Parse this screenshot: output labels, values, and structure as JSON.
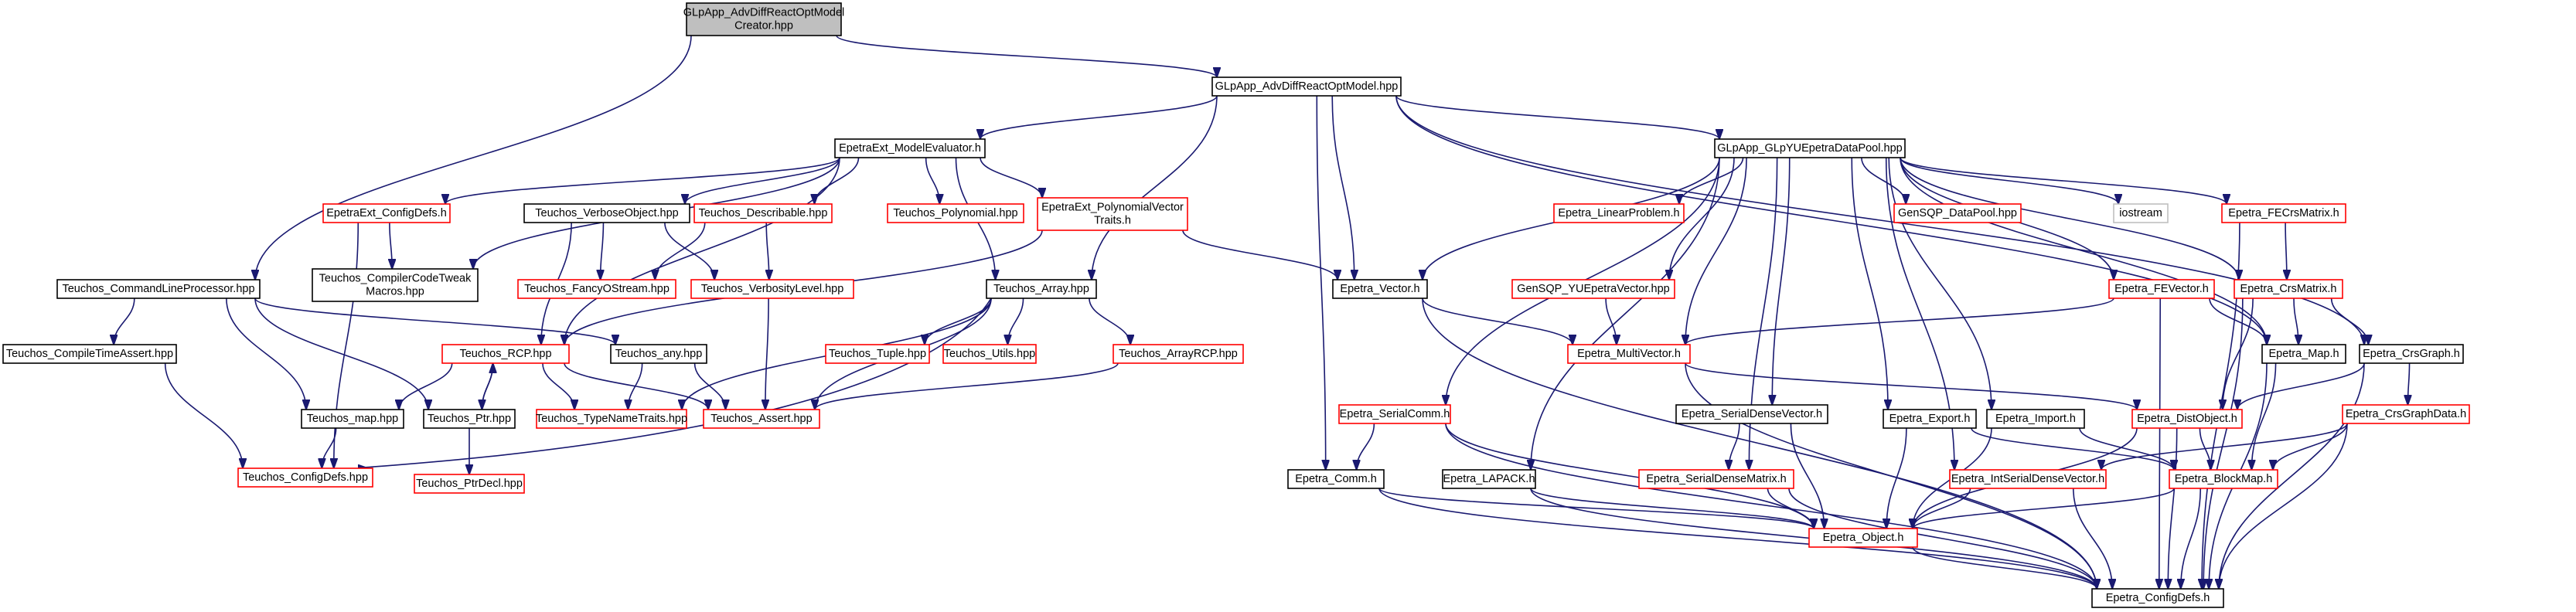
{
  "nodes": [
    {
      "id": "root",
      "lines": [
        "GLpApp_AdvDiffReactOptModel",
        "Creator.hpp"
      ],
      "kind": "root"
    },
    {
      "id": "advdiff",
      "lines": [
        "GLpApp_AdvDiffReactOptModel.hpp"
      ],
      "kind": "normal"
    },
    {
      "id": "clp",
      "lines": [
        "Teuchos_CommandLineProcessor.hpp"
      ],
      "kind": "normal"
    },
    {
      "id": "modeleval",
      "lines": [
        "EpetraExt_ModelEvaluator.h"
      ],
      "kind": "normal"
    },
    {
      "id": "pool",
      "lines": [
        "GLpApp_GLpYUEpetraDataPool.hpp"
      ],
      "kind": "normal"
    },
    {
      "id": "extcfg",
      "lines": [
        "EpetraExt_ConfigDefs.h"
      ],
      "kind": "red"
    },
    {
      "id": "verbose",
      "lines": [
        "Teuchos_VerboseObject.hpp"
      ],
      "kind": "normal"
    },
    {
      "id": "describable",
      "lines": [
        "Teuchos_Describable.hpp"
      ],
      "kind": "red"
    },
    {
      "id": "polynomial",
      "lines": [
        "Teuchos_Polynomial.hpp"
      ],
      "kind": "red"
    },
    {
      "id": "polytraits",
      "lines": [
        "EpetraExt_PolynomialVector",
        "Traits.h"
      ],
      "kind": "red"
    },
    {
      "id": "compilercode",
      "lines": [
        "Teuchos_CompilerCodeTweak",
        "Macros.hpp"
      ],
      "kind": "normal"
    },
    {
      "id": "fancy",
      "lines": [
        "Teuchos_FancyOStream.hpp"
      ],
      "kind": "red"
    },
    {
      "id": "verblevel",
      "lines": [
        "Teuchos_VerbosityLevel.hpp"
      ],
      "kind": "red"
    },
    {
      "id": "array",
      "lines": [
        "Teuchos_Array.hpp"
      ],
      "kind": "normal"
    },
    {
      "id": "compiletime",
      "lines": [
        "Teuchos_CompileTimeAssert.hpp"
      ],
      "kind": "normal"
    },
    {
      "id": "rcp",
      "lines": [
        "Teuchos_RCP.hpp"
      ],
      "kind": "red"
    },
    {
      "id": "any",
      "lines": [
        "Teuchos_any.hpp"
      ],
      "kind": "normal"
    },
    {
      "id": "tuple",
      "lines": [
        "Teuchos_Tuple.hpp"
      ],
      "kind": "red"
    },
    {
      "id": "utils",
      "lines": [
        "Teuchos_Utils.hpp"
      ],
      "kind": "red"
    },
    {
      "id": "arrayrcp",
      "lines": [
        "Teuchos_ArrayRCP.hpp"
      ],
      "kind": "red"
    },
    {
      "id": "map",
      "lines": [
        "Teuchos_map.hpp"
      ],
      "kind": "normal"
    },
    {
      "id": "ptr",
      "lines": [
        "Teuchos_Ptr.hpp"
      ],
      "kind": "normal"
    },
    {
      "id": "typename",
      "lines": [
        "Teuchos_TypeNameTraits.hpp"
      ],
      "kind": "red"
    },
    {
      "id": "assert",
      "lines": [
        "Teuchos_Assert.hpp"
      ],
      "kind": "red"
    },
    {
      "id": "tcfg",
      "lines": [
        "Teuchos_ConfigDefs.hpp"
      ],
      "kind": "red"
    },
    {
      "id": "ptrdecl",
      "lines": [
        "Teuchos_PtrDecl.hpp"
      ],
      "kind": "red"
    },
    {
      "id": "evector",
      "lines": [
        "Epetra_Vector.h"
      ],
      "kind": "normal"
    },
    {
      "id": "linprob",
      "lines": [
        "Epetra_LinearProblem.h"
      ],
      "kind": "red"
    },
    {
      "id": "gensqpyu",
      "lines": [
        "GenSQP_YUEpetraVector.hpp"
      ],
      "kind": "red"
    },
    {
      "id": "gensqppool",
      "lines": [
        "GenSQP_DataPool.hpp"
      ],
      "kind": "red"
    },
    {
      "id": "iostream",
      "lines": [
        "iostream"
      ],
      "kind": "gray"
    },
    {
      "id": "fecrs",
      "lines": [
        "Epetra_FECrsMatrix.h"
      ],
      "kind": "red"
    },
    {
      "id": "fevector",
      "lines": [
        "Epetra_FEVector.h"
      ],
      "kind": "red"
    },
    {
      "id": "crsmatrix",
      "lines": [
        "Epetra_CrsMatrix.h"
      ],
      "kind": "red"
    },
    {
      "id": "multivector",
      "lines": [
        "Epetra_MultiVector.h"
      ],
      "kind": "red"
    },
    {
      "id": "emap",
      "lines": [
        "Epetra_Map.h"
      ],
      "kind": "normal"
    },
    {
      "id": "crsgraph",
      "lines": [
        "Epetra_CrsGraph.h"
      ],
      "kind": "normal"
    },
    {
      "id": "serialcomm",
      "lines": [
        "Epetra_SerialComm.h"
      ],
      "kind": "red"
    },
    {
      "id": "serialdensevec",
      "lines": [
        "Epetra_SerialDenseVector.h"
      ],
      "kind": "normal"
    },
    {
      "id": "export",
      "lines": [
        "Epetra_Export.h"
      ],
      "kind": "normal"
    },
    {
      "id": "import",
      "lines": [
        "Epetra_Import.h"
      ],
      "kind": "normal"
    },
    {
      "id": "distobject",
      "lines": [
        "Epetra_DistObject.h"
      ],
      "kind": "red"
    },
    {
      "id": "crsgraphdata",
      "lines": [
        "Epetra_CrsGraphData.h"
      ],
      "kind": "red"
    },
    {
      "id": "comm",
      "lines": [
        "Epetra_Comm.h"
      ],
      "kind": "normal"
    },
    {
      "id": "lapack",
      "lines": [
        "Epetra_LAPACK.h"
      ],
      "kind": "normal"
    },
    {
      "id": "serialdensemat",
      "lines": [
        "Epetra_SerialDenseMatrix.h"
      ],
      "kind": "red"
    },
    {
      "id": "intserial",
      "lines": [
        "Epetra_IntSerialDenseVector.h"
      ],
      "kind": "red"
    },
    {
      "id": "blockmap",
      "lines": [
        "Epetra_BlockMap.h"
      ],
      "kind": "red"
    },
    {
      "id": "object",
      "lines": [
        "Epetra_Object.h"
      ],
      "kind": "red"
    },
    {
      "id": "ecfg",
      "lines": [
        "Epetra_ConfigDefs.h"
      ],
      "kind": "normal"
    }
  ],
  "edges": [
    [
      "root",
      "advdiff"
    ],
    [
      "root",
      "clp"
    ],
    [
      "advdiff",
      "modeleval"
    ],
    [
      "advdiff",
      "pool"
    ],
    [
      "advdiff",
      "array"
    ],
    [
      "advdiff",
      "evector"
    ],
    [
      "advdiff",
      "comm"
    ],
    [
      "advdiff",
      "emap"
    ],
    [
      "advdiff",
      "crsgraph"
    ],
    [
      "clp",
      "any"
    ],
    [
      "clp",
      "compiletime"
    ],
    [
      "clp",
      "map"
    ],
    [
      "clp",
      "ptr"
    ],
    [
      "modeleval",
      "extcfg"
    ],
    [
      "modeleval",
      "verbose"
    ],
    [
      "modeleval",
      "describable"
    ],
    [
      "modeleval",
      "polynomial"
    ],
    [
      "modeleval",
      "polytraits"
    ],
    [
      "modeleval",
      "compilercode"
    ],
    [
      "modeleval",
      "array"
    ],
    [
      "modeleval",
      "rcp"
    ],
    [
      "extcfg",
      "compilercode"
    ],
    [
      "extcfg",
      "tcfg"
    ],
    [
      "verbose",
      "fancy"
    ],
    [
      "verbose",
      "verblevel"
    ],
    [
      "verbose",
      "rcp"
    ],
    [
      "describable",
      "fancy"
    ],
    [
      "describable",
      "verblevel"
    ],
    [
      "polytraits",
      "rcp"
    ],
    [
      "polytraits",
      "evector"
    ],
    [
      "verblevel",
      "assert"
    ],
    [
      "array",
      "tuple"
    ],
    [
      "array",
      "utils"
    ],
    [
      "array",
      "arrayrcp"
    ],
    [
      "array",
      "assert"
    ],
    [
      "array",
      "typename"
    ],
    [
      "array",
      "tcfg"
    ],
    [
      "arrayrcp",
      "assert"
    ],
    [
      "rcp",
      "map"
    ],
    [
      "rcp",
      "ptr"
    ],
    [
      "rcp",
      "typename"
    ],
    [
      "rcp",
      "assert"
    ],
    [
      "ptr",
      "rcp"
    ],
    [
      "ptr",
      "ptrdecl"
    ],
    [
      "any",
      "typename"
    ],
    [
      "any",
      "assert"
    ],
    [
      "map",
      "tcfg"
    ],
    [
      "compiletime",
      "tcfg"
    ],
    [
      "pool",
      "evector"
    ],
    [
      "pool",
      "linprob"
    ],
    [
      "pool",
      "gensqpyu"
    ],
    [
      "pool",
      "gensqppool"
    ],
    [
      "pool",
      "iostream"
    ],
    [
      "pool",
      "fecrs"
    ],
    [
      "pool",
      "fevector"
    ],
    [
      "pool",
      "crsmatrix"
    ],
    [
      "pool",
      "multivector"
    ],
    [
      "pool",
      "emap"
    ],
    [
      "pool",
      "serialcomm"
    ],
    [
      "pool",
      "serialdensevec"
    ],
    [
      "pool",
      "export"
    ],
    [
      "pool",
      "import"
    ],
    [
      "pool",
      "lapack"
    ],
    [
      "pool",
      "serialdensemat"
    ],
    [
      "pool",
      "intserial"
    ],
    [
      "evector",
      "multivector"
    ],
    [
      "evector",
      "ecfg"
    ],
    [
      "gensqpyu",
      "multivector"
    ],
    [
      "fecrs",
      "crsmatrix"
    ],
    [
      "fecrs",
      "ecfg"
    ],
    [
      "fevector",
      "multivector"
    ],
    [
      "fevector",
      "emap"
    ],
    [
      "fevector",
      "ecfg"
    ],
    [
      "crsmatrix",
      "emap"
    ],
    [
      "crsmatrix",
      "crsgraph"
    ],
    [
      "crsmatrix",
      "distobject"
    ],
    [
      "crsmatrix",
      "ecfg"
    ],
    [
      "multivector",
      "distobject"
    ],
    [
      "multivector",
      "ecfg"
    ],
    [
      "emap",
      "blockmap"
    ],
    [
      "emap",
      "ecfg"
    ],
    [
      "crsgraph",
      "distobject"
    ],
    [
      "crsgraph",
      "crsgraphdata"
    ],
    [
      "crsgraph",
      "ecfg"
    ],
    [
      "distobject",
      "blockmap"
    ],
    [
      "distobject",
      "object"
    ],
    [
      "distobject",
      "ecfg"
    ],
    [
      "crsgraphdata",
      "blockmap"
    ],
    [
      "crsgraphdata",
      "intserial"
    ],
    [
      "crsgraphdata",
      "ecfg"
    ],
    [
      "serialcomm",
      "comm"
    ],
    [
      "serialcomm",
      "object"
    ],
    [
      "serialcomm",
      "ecfg"
    ],
    [
      "serialdensevec",
      "serialdensemat"
    ],
    [
      "serialdensevec",
      "object"
    ],
    [
      "export",
      "object"
    ],
    [
      "export",
      "blockmap"
    ],
    [
      "import",
      "object"
    ],
    [
      "import",
      "blockmap"
    ],
    [
      "comm",
      "object"
    ],
    [
      "comm",
      "ecfg"
    ],
    [
      "lapack",
      "object"
    ],
    [
      "lapack",
      "ecfg"
    ],
    [
      "serialdensemat",
      "object"
    ],
    [
      "serialdensemat",
      "ecfg"
    ],
    [
      "intserial",
      "object"
    ],
    [
      "intserial",
      "ecfg"
    ],
    [
      "blockmap",
      "object"
    ],
    [
      "blockmap",
      "ecfg"
    ],
    [
      "object",
      "ecfg"
    ]
  ],
  "colors": {
    "edge": "#191970",
    "border_normal": "#000000",
    "border_red": "#ff0000",
    "border_gray": "#bfbfbf",
    "root_fill": "#bfbfbf",
    "text": "#000000"
  }
}
